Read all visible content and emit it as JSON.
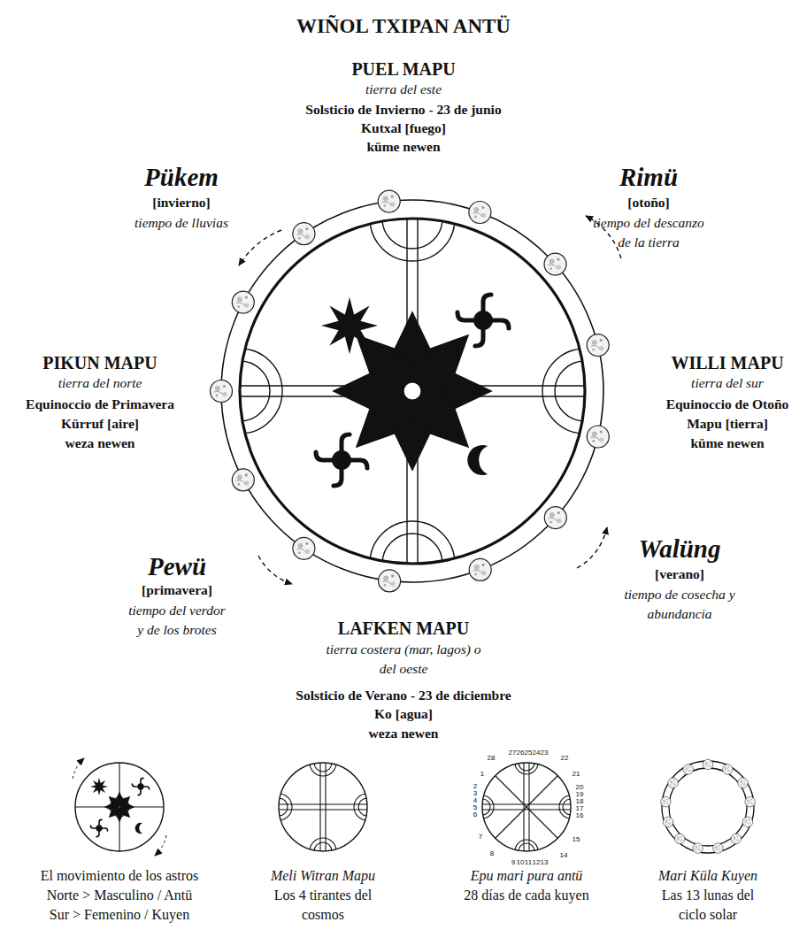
{
  "diagram": {
    "title": "WIÑOL TXIPAN ANTÜ",
    "labels": [
      "PUEL MAPU",
      "tierra del este",
      "Solsticio de Invierno - 23 de junio",
      "Kutxal [fuego]",
      "küme newen",
      "Pükem",
      "[invierno]",
      "tiempo de lluvias",
      "Rimü",
      "[otoño]",
      "tiempo del descanzo de la tierra",
      "PIKUN MAPU",
      "tierra del norte",
      "Equinoccio de Primavera",
      "Kürruf [aire]",
      "weza newen",
      "WILLI MAPU",
      "tierra del sur",
      "Equinoccio de Otoño",
      "Mapu [tierra]",
      "küme newen",
      "Pewü",
      "[primavera]",
      "tiempo del verdor y de los brotes",
      "Walüng",
      "[verano]",
      "tiempo de cosecha y abundancia",
      "LAFKEN MAPU",
      "tierra costera (mar, lagos) o del oeste",
      "Solsticio de Verano - 23 de diciembre",
      "Ko [agua]",
      "weza newen",
      "El movimiento de los astros",
      "Norte > Masculino / Antü",
      "Sur > Femenino / Kuyen",
      "Meli Witran Mapu",
      "Los 4 tirantes del cosmos",
      "Epu mari pura antü",
      "28 días de cada kuyen",
      "Mari Küla Kuyen",
      "Las 13 lunas del ciclo solar",
      "1",
      "2",
      "3",
      "4",
      "5",
      "6",
      "7",
      "8",
      "9",
      "10",
      "11",
      "12",
      "13",
      "14",
      "15",
      "16",
      "17",
      "18",
      "19",
      "20",
      "21",
      "22",
      "23",
      "24",
      "25",
      "26",
      "27",
      "28"
    ]
  }
}
